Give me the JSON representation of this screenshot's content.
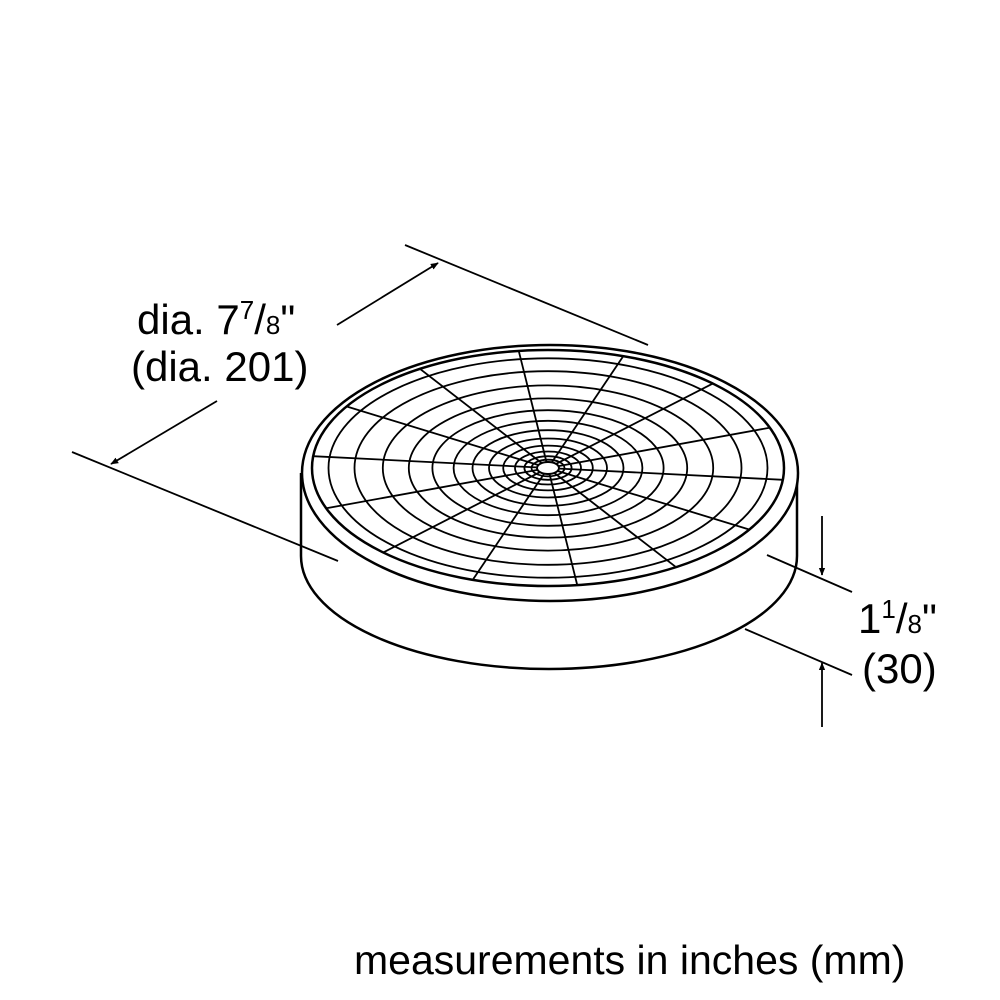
{
  "diameter_label": {
    "prefix": "dia. 7",
    "numerator": "7",
    "slash": "/",
    "denominator": "8",
    "unit": "\"",
    "metric": "(dia. 201)"
  },
  "height_label": {
    "whole": "1",
    "numerator": "1",
    "slash": "/",
    "denominator": "8",
    "unit": "\"",
    "metric": "(30)"
  },
  "footer_note": "measurements in inches (mm)",
  "colors": {
    "line": "#000000",
    "background": "#ffffff"
  }
}
